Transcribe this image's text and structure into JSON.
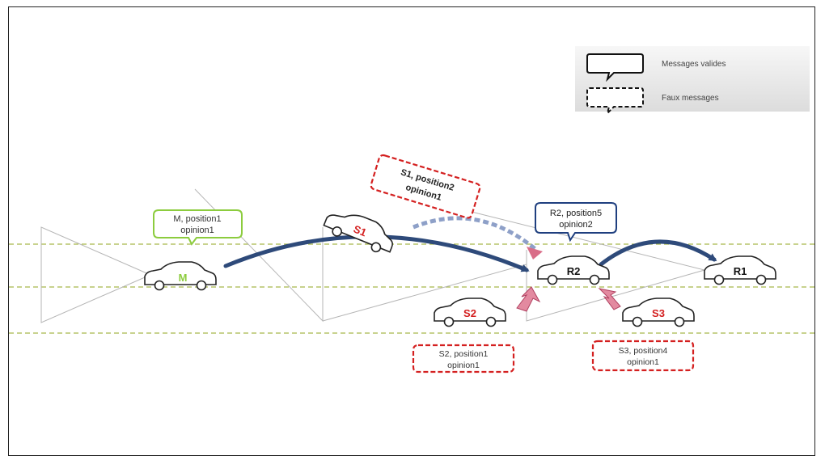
{
  "legend": {
    "valid_label": "Messages valides",
    "fake_label": "Faux messages"
  },
  "vehicles": {
    "m": "M",
    "s1": "S1",
    "s2": "S2",
    "s3": "S3",
    "r1": "R1",
    "r2": "R2"
  },
  "bubbles": {
    "m": {
      "line1": "M, position1",
      "line2": "opinion1",
      "color": "#8ccc3e"
    },
    "s1": {
      "line1": "S1, position2",
      "line2": "opinion1",
      "color": "#d42020"
    },
    "r2": {
      "line1": "R2, position5",
      "line2": "opinion2",
      "color": "#1f3f7f"
    },
    "s2": {
      "line1": "S2, position1",
      "line2": "opinion1",
      "color": "#d42020"
    },
    "s3": {
      "line1": "S3, position4",
      "line2": "opinion1",
      "color": "#d42020"
    }
  },
  "colors": {
    "lane_line": "#a8b84a",
    "valid_arrow": "#2e4a7a",
    "fake_arrow": "#d96d88",
    "attacker_text": "#d42020",
    "m_text": "#8ccc3e"
  }
}
